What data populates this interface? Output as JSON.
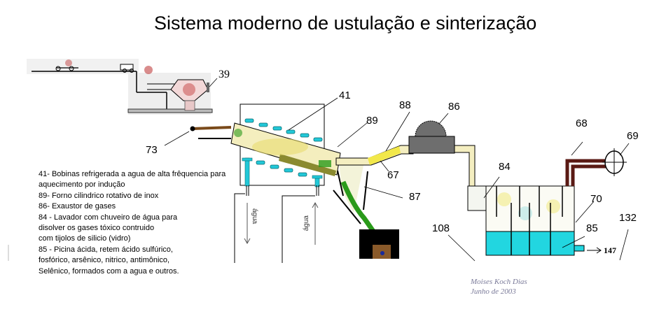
{
  "title": "Sistema moderno de ustulação e sinterização",
  "labels": {
    "l39": "39",
    "l41": "41",
    "l73": "73",
    "l89": "89",
    "l88": "88",
    "l86": "86",
    "l67": "67",
    "l87": "87",
    "l84": "84",
    "l68": "68",
    "l69": "69",
    "l70": "70",
    "l85": "85",
    "l108": "108",
    "l132": "132",
    "l147": "147"
  },
  "water_labels": {
    "out": "água",
    "in": "água"
  },
  "legend": [
    "41- Bobinas refrigerada a agua de alta frêquencia para",
    "aquecimento por indução",
    "89- Forno cilindrico rotativo de inox",
    "86- Exaustor de gases",
    "84 - Lavador com chuveiro de água para",
    "disolver os gases tóxico contruido",
    "com tijolos de silicio (vidro)",
    "85 - Picina ácida, retem ácido sulfúrico,",
    "fosfórico, arsênico, nitrico, antimônico,",
    "Selênico, formados com a agua e outros."
  ],
  "signature": {
    "author": "Moises Koch Dias",
    "date": "Junho de 2003"
  },
  "colors": {
    "coil": "#22c8d8",
    "acid_pool": "#22d6e0",
    "exhaust": "#6e6e6e",
    "pipe_yellow": "#f2e84a",
    "chimney": "#5a1a14",
    "material_green": "#2a9a1a",
    "ore_red": "#c04040"
  }
}
